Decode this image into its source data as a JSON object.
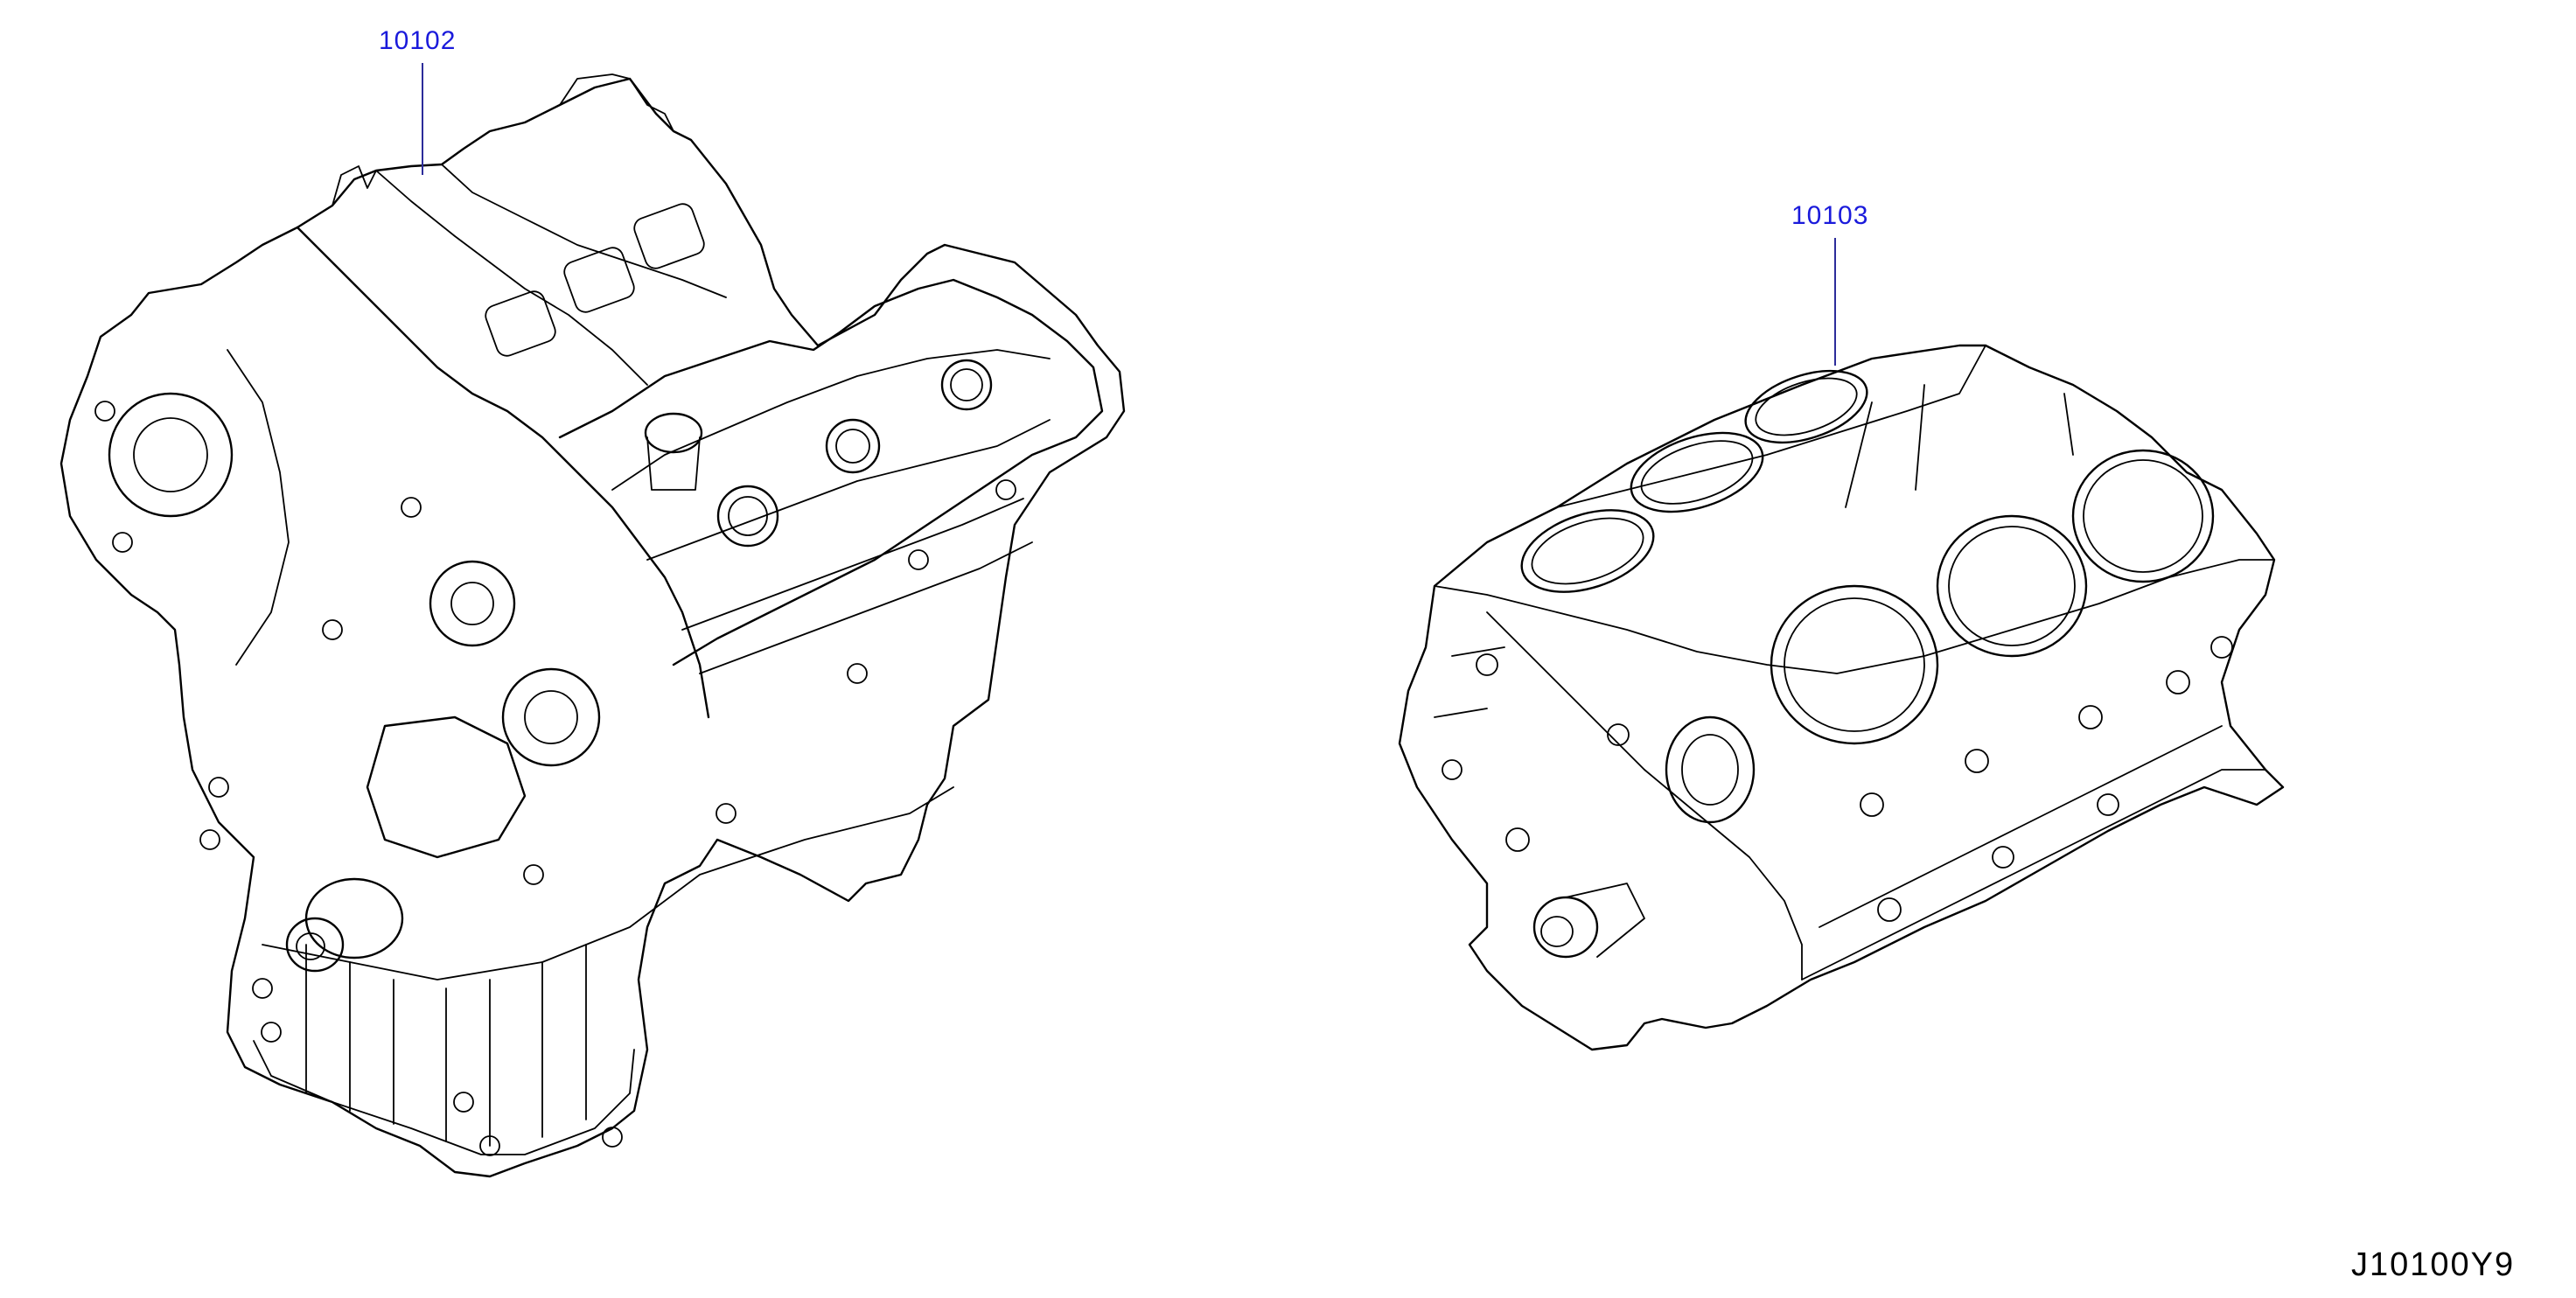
{
  "diagram": {
    "parts": [
      {
        "id": "engine-assembly",
        "callout": "10102"
      },
      {
        "id": "cylinder-block",
        "callout": "10103"
      }
    ],
    "diagram_code": "J10100Y9",
    "colors": {
      "callout_text": "#1a1adb",
      "leader_line": "#2c2c9a",
      "line_art": "#000000",
      "background": "#ffffff"
    }
  }
}
